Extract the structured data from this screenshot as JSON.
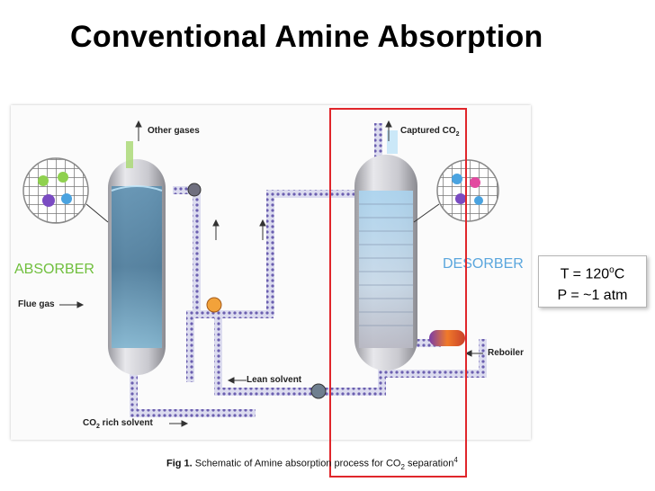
{
  "slide": {
    "title": "Conventional Amine Absorption"
  },
  "diagram": {
    "label_other_gases": "Other gases",
    "label_captured": "Captured CO",
    "label_captured_sub": "2",
    "label_absorber": "ABSORBER",
    "label_desorber": "DESORBER",
    "label_flue_gas": "Flue gas",
    "label_lean_solvent": "Lean solvent",
    "label_rich_prefix": "CO",
    "label_rich_sub": "2",
    "label_rich_suffix": " rich solvent",
    "label_reboiler": "Reboiler"
  },
  "caption": {
    "bold": "Fig 1.",
    "text": " Schematic of Amine absorption process for CO",
    "sub": "2",
    "text2": " separation",
    "sup": "4"
  },
  "conditions": {
    "temp_prefix": "T = 120",
    "temp_sup": "o",
    "temp_suffix": "C",
    "pressure": "P = ~1 atm"
  },
  "colors": {
    "highlight_box": "#e0262b",
    "absorber_label": "#6fbf3c",
    "desorber_label": "#5aa6dd",
    "pipe": "#8c8fb0",
    "dot": "#6b5fb0"
  }
}
